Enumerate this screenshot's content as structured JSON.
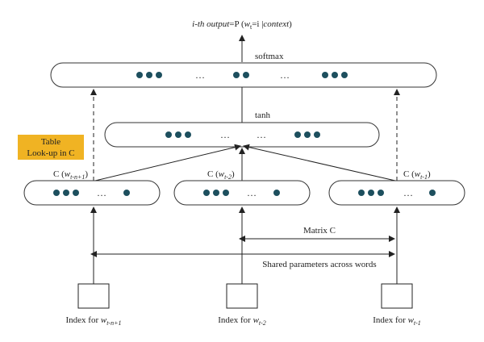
{
  "output_label": {
    "prefix": "i-th output",
    "eq": "=P (",
    "w": "w",
    "t_sub": "t",
    "cond": "=i |",
    "context": "context",
    "close": ")"
  },
  "softmax_label": "softmax",
  "tanh_label": "tanh",
  "table_box": {
    "line1": "Table",
    "line2": "Look-up in C",
    "color": "#f0b323"
  },
  "c_labels": [
    {
      "pre": "C (",
      "w": "w",
      "sub": "t-n+1",
      "post": ")"
    },
    {
      "pre": "C (",
      "w": "w",
      "sub": "t-2",
      "post": ")"
    },
    {
      "pre": "C (",
      "w": "w",
      "sub": "t-1",
      "post": ")"
    }
  ],
  "matrix_label": "Matrix C",
  "shared_label": "Shared parameters across words",
  "index_labels": [
    {
      "pre": "Index for ",
      "w": "w",
      "sub": "t-n+1"
    },
    {
      "pre": "Index for ",
      "w": "w",
      "sub": "t-2"
    },
    {
      "pre": "Index for ",
      "w": "w",
      "sub": "t-1"
    }
  ],
  "ellipsis": "…",
  "dot_color": "#1d4f5e"
}
